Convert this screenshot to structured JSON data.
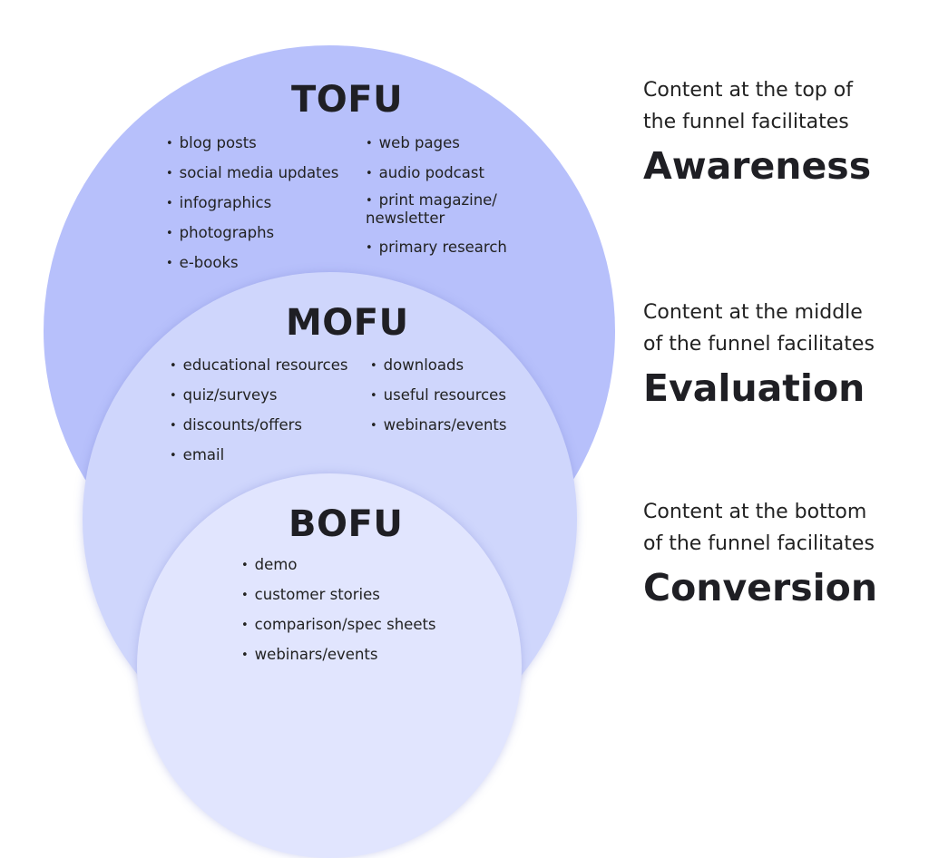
{
  "tofu": {
    "title": "TOFU",
    "left_items": [
      "blog posts",
      "social media updates",
      "infographics",
      "photographs",
      "e-books"
    ],
    "right_items": [
      "web pages",
      "audio podcast",
      "print magazine/\nnewsletter",
      "primary research"
    ],
    "description_line1": "Content at the top of",
    "description_line2": "the funnel facilitates",
    "stage": "Awareness"
  },
  "mofu": {
    "title": "MOFU",
    "left_items": [
      "educational resources",
      "quiz/surveys",
      "discounts/offers",
      "email"
    ],
    "right_items": [
      "downloads",
      "useful resources",
      "webinars/events"
    ],
    "description_line1": "Content at the middle",
    "description_line2": "of the funnel facilitates",
    "stage": "Evaluation"
  },
  "bofu": {
    "title": "BOFU",
    "items": [
      "demo",
      "customer stories",
      "comparison/spec sheets",
      "webinars/events"
    ],
    "description_line1": "Content at the bottom",
    "description_line2": "of the funnel facilitates",
    "stage": "Conversion"
  }
}
